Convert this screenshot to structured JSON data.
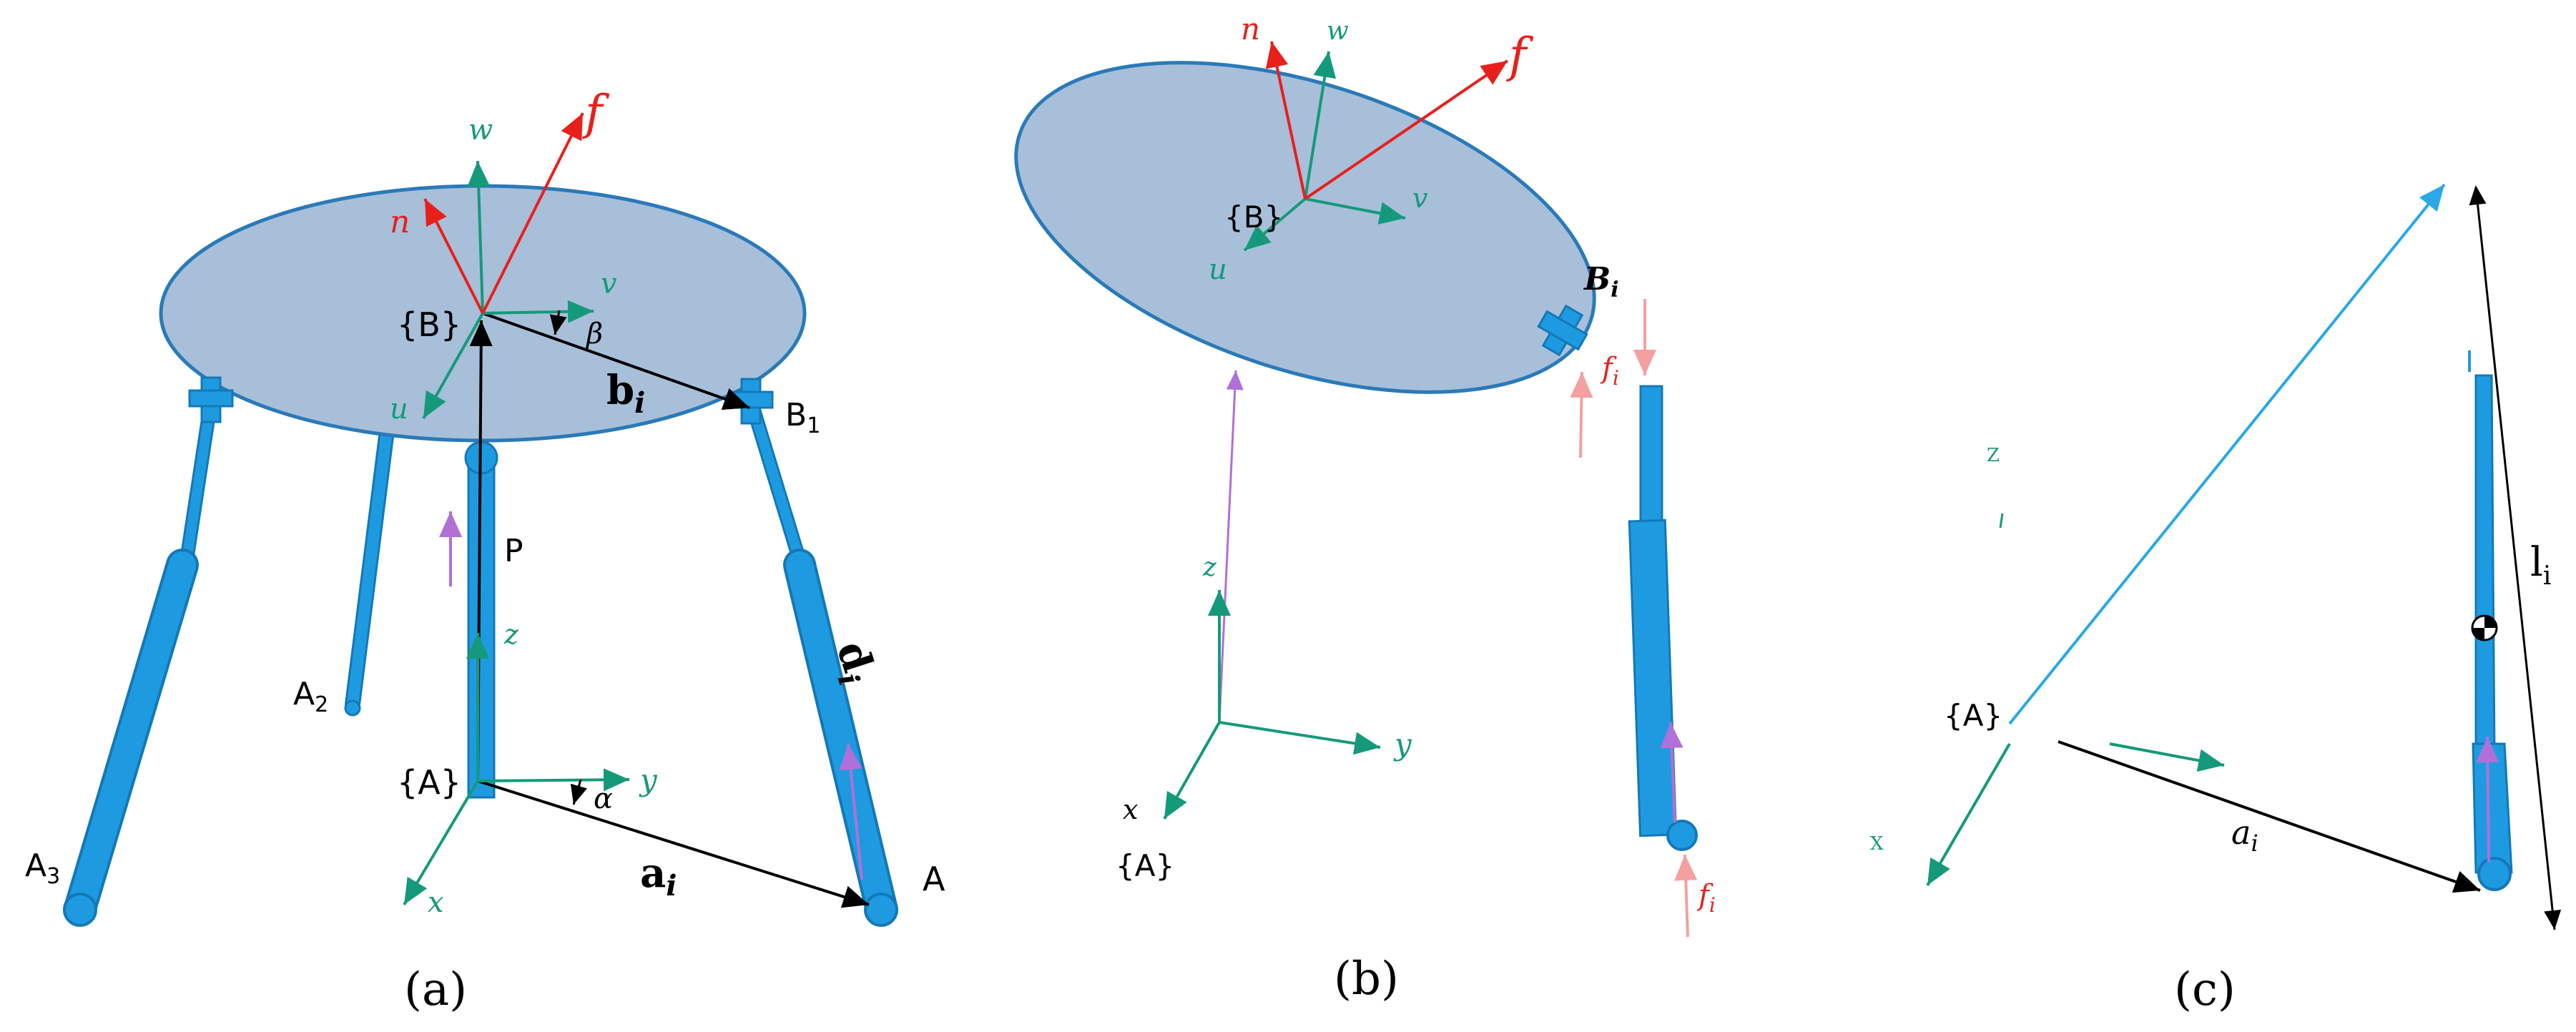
{
  "colors": {
    "platform_fill": "#a8bfd9",
    "platform_stroke": "#2a7ab8",
    "leg": "#1e9be0",
    "leg_dark": "#1478b8",
    "frame": "#149a7a",
    "force": "#e8201c",
    "force_light": "#f4a0a0",
    "vector": "#000000",
    "arrow_purple": "#b070d8",
    "line_blue": "#2aa8e8"
  },
  "panel_a": {
    "caption": "(a)",
    "labels": {
      "w": "w",
      "f": "f",
      "n": "n",
      "v": "v",
      "beta": "β",
      "frame_B": "{B}",
      "u": "u",
      "b_i": "b",
      "b_i_sub": "i",
      "B1": "B",
      "B1_sub": "1",
      "P": "P",
      "z": "z",
      "d_i": "d",
      "d_i_sub": "i",
      "A2": "A",
      "A2_sub": "2",
      "frame_A": "{A}",
      "y": "y",
      "alpha": "α",
      "A3": "A",
      "A3_sub": "3",
      "x": "x",
      "a_i": "a",
      "a_i_sub": "i",
      "A": "A"
    }
  },
  "panel_b": {
    "caption": "(b)",
    "labels": {
      "n": "n",
      "w": "w",
      "f": "f",
      "frame_B": "{B}",
      "v": "v",
      "u": "u",
      "B_i": "B",
      "B_i_sub": "i",
      "f_i_top": "f",
      "f_i_top_sub": "i",
      "z": "z",
      "y": "y",
      "x": "x",
      "frame_A": "{A}",
      "f_i_bottom": "f",
      "f_i_bottom_sub": "i"
    }
  },
  "panel_c": {
    "caption": "(c)",
    "labels": {
      "z": "Z",
      "l_i": "l",
      "l_i_sub": "i",
      "frame_A": "{A}",
      "x": "X",
      "a_i": "a",
      "a_i_sub": "i"
    }
  }
}
